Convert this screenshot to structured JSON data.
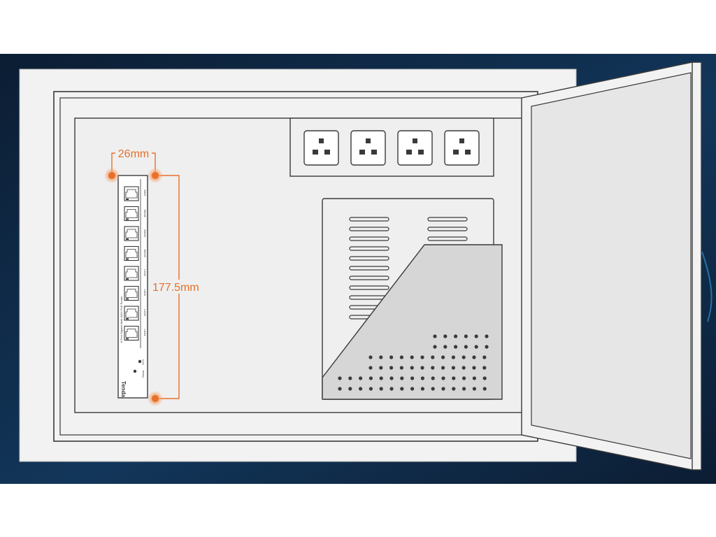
{
  "dimensions": {
    "width_label": "26mm",
    "height_label": "177.5mm"
  },
  "switch": {
    "brand": "Tenda",
    "model_text": "8-Port Gigabit Multi-WAN PoE Router",
    "port_labels": [
      "WAN",
      "WAN1",
      "WAN2",
      "WAN3",
      "LAN1",
      "LAN2",
      "LAN3",
      "LAN4"
    ],
    "port_count": 8,
    "indicator_labels": [
      "SYS",
      "Reset"
    ]
  },
  "colors": {
    "accent": "#e8702a",
    "accent_glow": "#f5a36e",
    "outline": "#3a3a3a",
    "panel_fill": "#efefef",
    "cabinet_fill": "#f2f2f2",
    "backdrop_top": "#0c1d33",
    "backdrop_mid": "#12365a",
    "socket_face": "#ffffff",
    "box_cover": "#d6d6d6"
  },
  "icons": [
    "power-socket-icon",
    "ethernet-port-icon",
    "mount-hole-icon",
    "vent-slot-icon"
  ],
  "sockets": {
    "count": 4
  }
}
